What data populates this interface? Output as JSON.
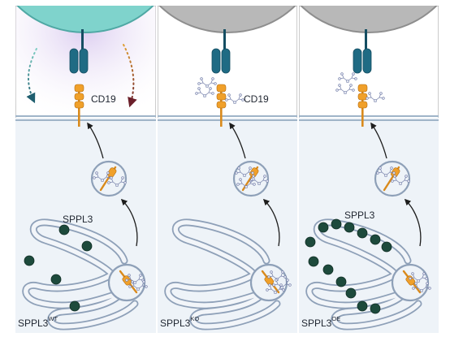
{
  "panels": [
    {
      "condition": "SPPL3",
      "superscript": "WT",
      "membrane_label": "CD19",
      "er_label": "SPPL3",
      "cell_color": "#7fd3cc"
    },
    {
      "condition": "SPPL3",
      "superscript": "KO",
      "membrane_label": "CD19",
      "er_label": "",
      "cell_color": "#b8b8b8"
    },
    {
      "condition": "SPPL3",
      "superscript": "OE",
      "membrane_label": "",
      "er_label": "SPPL3",
      "cell_color": "#b8b8b8"
    }
  ]
}
